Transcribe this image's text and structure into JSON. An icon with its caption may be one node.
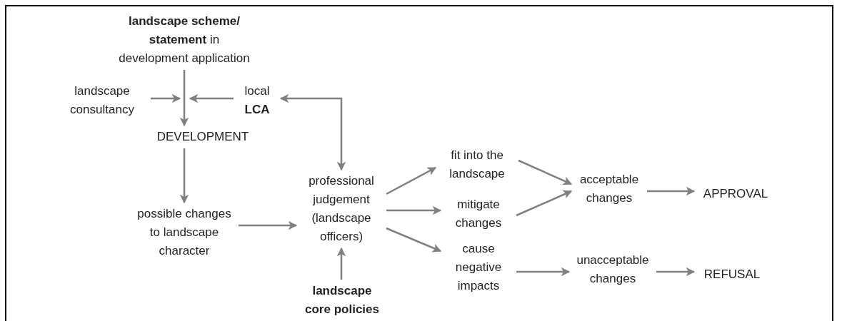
{
  "diagram": {
    "nodes": [
      {
        "text": [
          "**landscape scheme/ statement** in development application"
        ]
      },
      {
        "text": [
          "landscape consultancy"
        ]
      },
      {
        "text": [
          "local **LCA**"
        ]
      },
      {
        "text": [
          "DEVELOPMENT"
        ]
      },
      {
        "text": [
          "possible changes to landscape character"
        ]
      },
      {
        "text": [
          "professional judgement (landscape officers)"
        ]
      },
      {
        "text": [
          "landscape core policies"
        ]
      },
      {
        "text": [
          "fit into the landscape"
        ]
      },
      {
        "text": [
          "mitigate changes"
        ]
      },
      {
        "text": [
          "cause negative impacts"
        ]
      },
      {
        "text": [
          "acceptable changes"
        ]
      },
      {
        "text": [
          "unacceptable changes"
        ]
      },
      {
        "text": [
          "APPROVAL"
        ]
      },
      {
        "text": [
          "REFUSAL"
        ]
      }
    ],
    "edges": [
      {
        "from": 0,
        "to": 3,
        "arrow": "to"
      },
      {
        "from": 1,
        "to": 3,
        "arrow": "to"
      },
      {
        "from": 2,
        "to": 3,
        "arrow": "to"
      },
      {
        "from": 2,
        "to": 5,
        "arrow": "both"
      },
      {
        "from": 3,
        "to": 4,
        "arrow": "to"
      },
      {
        "from": 4,
        "to": 5,
        "arrow": "to"
      },
      {
        "from": 6,
        "to": 5,
        "arrow": "to"
      },
      {
        "from": 5,
        "to": 7,
        "arrow": "to"
      },
      {
        "from": 5,
        "to": 8,
        "arrow": "to"
      },
      {
        "from": 5,
        "to": 9,
        "arrow": "to"
      },
      {
        "from": 7,
        "to": 10,
        "arrow": "to"
      },
      {
        "from": 8,
        "to": 10,
        "arrow": "to"
      },
      {
        "from": 9,
        "to": 11,
        "arrow": "to"
      },
      {
        "from": 10,
        "to": 12,
        "arrow": "to"
      },
      {
        "from": 11,
        "to": 13,
        "arrow": "to"
      }
    ]
  }
}
